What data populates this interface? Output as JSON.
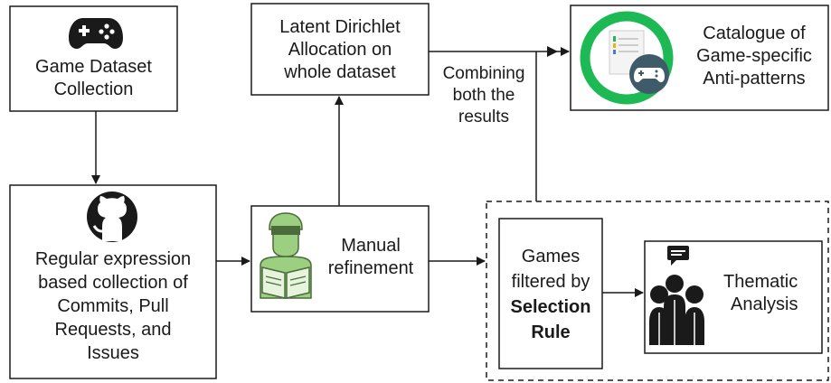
{
  "nodes": {
    "game_dataset": {
      "line1": "Game Dataset",
      "line2": "Collection",
      "icon": "gamepad-icon"
    },
    "regex": {
      "lines": [
        "Regular expression",
        "based collection of",
        "Commits, Pull",
        "Requests, and",
        "Issues"
      ],
      "icon": "github-icon"
    },
    "lda": {
      "lines": [
        "Latent Dirichlet",
        "Allocation on",
        "whole dataset"
      ]
    },
    "manual": {
      "lines": [
        "Manual",
        "refinement"
      ],
      "icon": "reader-icon"
    },
    "catalogue": {
      "lines": [
        "Catalogue of",
        "Game-specific",
        "Anti-patterns"
      ],
      "icon": "catalogue-gamepad-icon"
    },
    "games_filtered": {
      "line1": "Games",
      "line2": "filtered by",
      "line3": "Selection",
      "line4": "Rule"
    },
    "thematic": {
      "lines": [
        "Thematic",
        "Analysis"
      ],
      "icon": "group-discussion-icon"
    }
  },
  "edge_labels": {
    "combining": [
      "Combining",
      "both the",
      "results"
    ]
  },
  "colors": {
    "stroke": "#1a1a1a",
    "accent_green": "#1db954",
    "reader_green": "#9ccf80",
    "catalogue_badge": "#3f5a68"
  }
}
